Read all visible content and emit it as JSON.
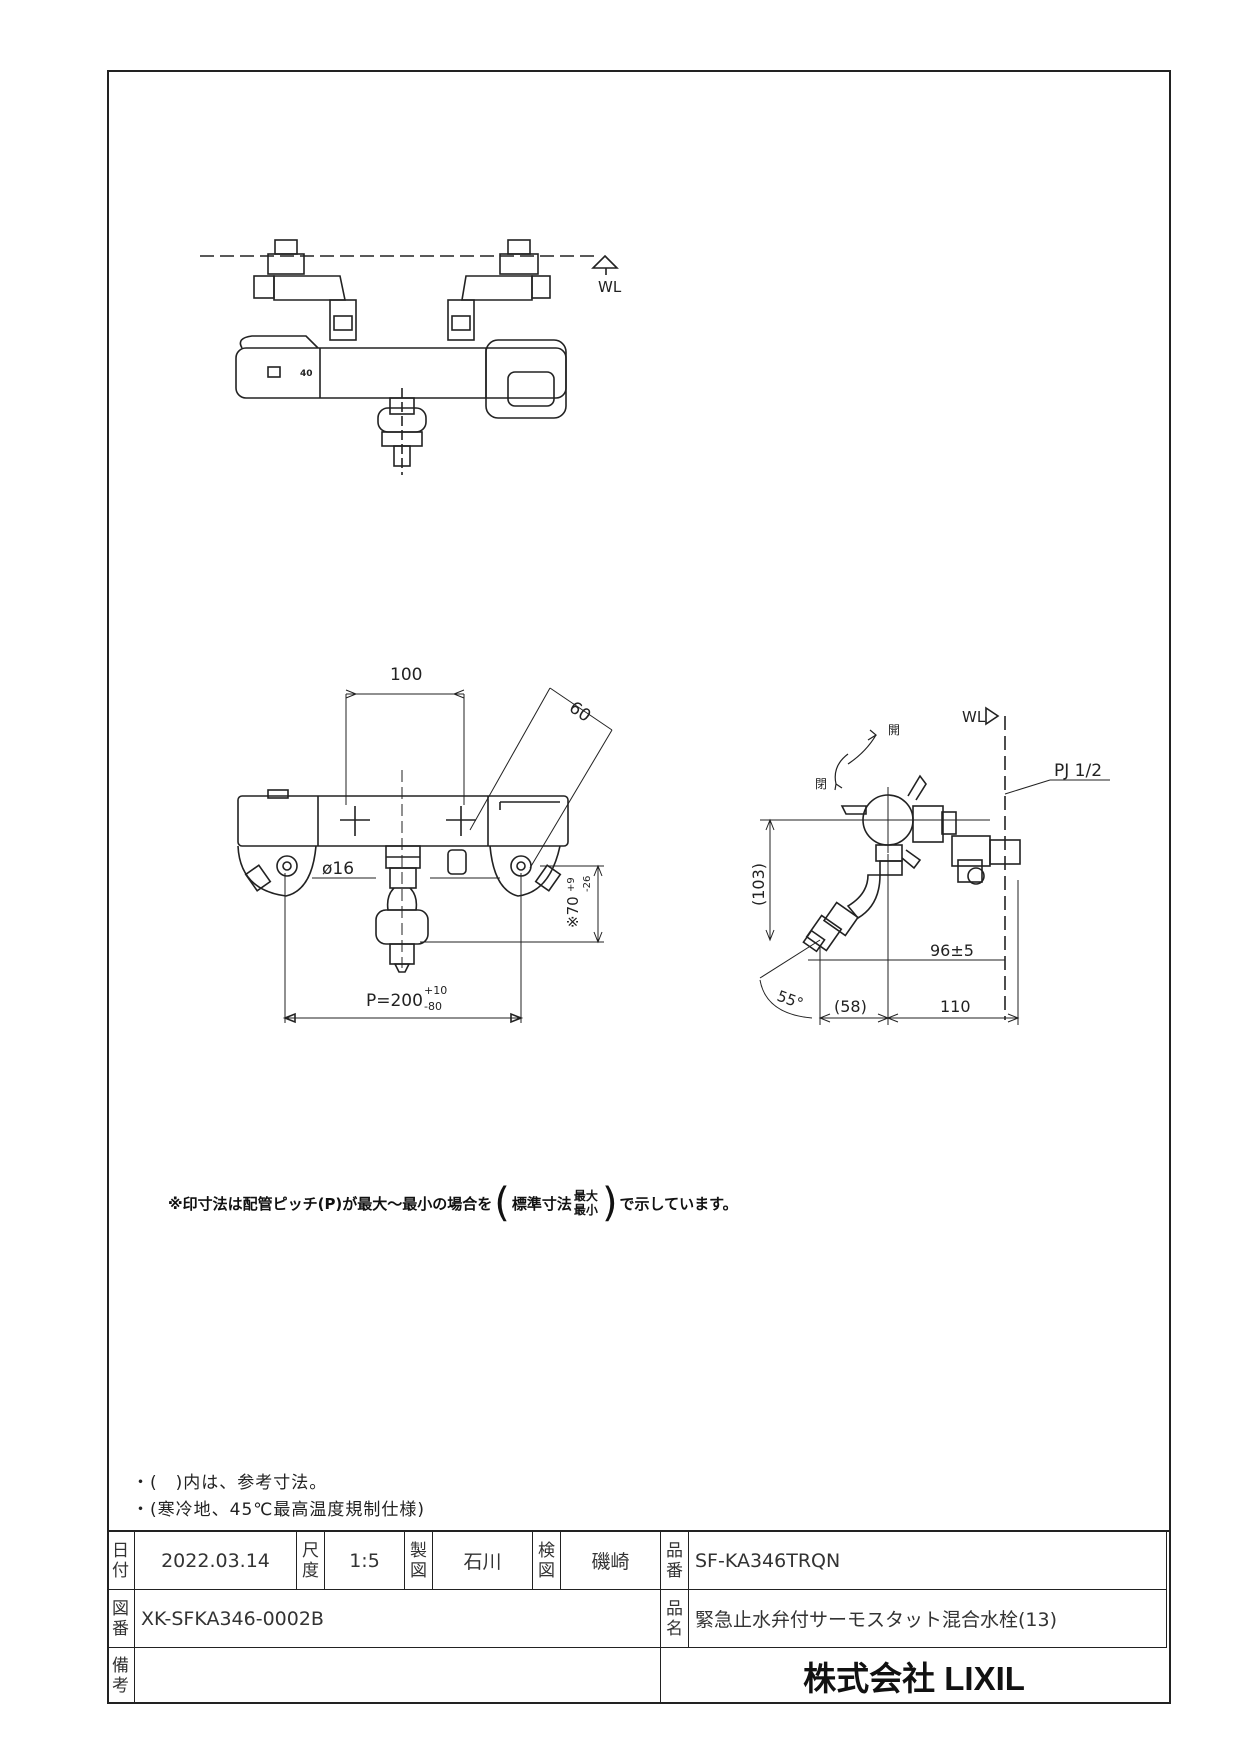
{
  "drawing": {
    "wl_label": "WL",
    "dim_100": "100",
    "dim_60": "60",
    "dim_phi16": "ø16",
    "dim_pitch": "P=200",
    "dim_pitch_tol_upper": "+10",
    "dim_pitch_tol_lower": "-80",
    "dim_height": "※70",
    "dim_height_tol_upper": "+9",
    "dim_height_tol_lower": "-26",
    "dial_mark": "40",
    "label_open": "開",
    "label_close": "閉",
    "label_pj": "PJ 1/2",
    "dim_103": "(103)",
    "dim_96": "96±5",
    "dim_55": "55°",
    "dim_58": "(58)",
    "dim_110": "110"
  },
  "notes": {
    "footnote_pre": "※印寸法は配管ピッチ(P)が最大～最小の場合を",
    "footnote_std": "標準寸法",
    "footnote_max": "最大",
    "footnote_min": "最小",
    "footnote_post": "で示しています。",
    "note1": "・(　)内は、参考寸法。",
    "note2": "・(寒冷地、45℃最高温度規制仕様)"
  },
  "title_block": {
    "date_label": "日付",
    "date": "2022.03.14",
    "scale_label": "尺度",
    "scale": "1:5",
    "drawn_label": "製図",
    "drawn_by": "石川",
    "checked_label": "検図",
    "checked_by": "磯崎",
    "part_no_label": "品番",
    "part_no": "SF-KA346TRQN",
    "drawing_no_label": "図番",
    "drawing_no": "XK-SFKA346-0002B",
    "product_name_label": "品名",
    "product_name": "緊急止水弁付サーモスタット混合水栓(13)",
    "remarks_label": "備考",
    "remarks": "",
    "company": "株式会社 LIXIL"
  }
}
